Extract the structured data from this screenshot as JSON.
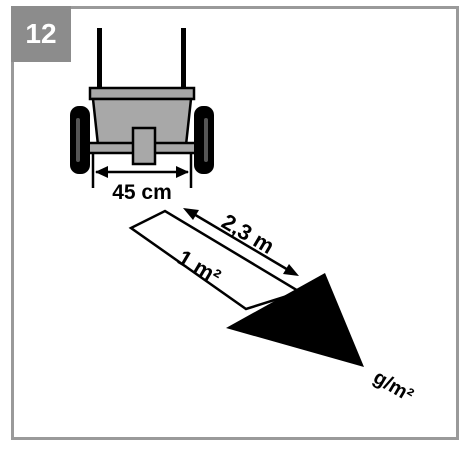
{
  "figure": {
    "step_number": "12",
    "labels": {
      "spread_width": "45 cm",
      "distance": "2,3 m",
      "area": "1 m²",
      "rate": "g/m²"
    },
    "colors": {
      "frame": "#9a9a9a",
      "badge": "#8c8c8c",
      "spreader_hopper": "#a8a8a8",
      "ink": "#000000"
    },
    "icons": [
      "spreader-icon",
      "double-arrow-icon",
      "spread-triangle-icon"
    ]
  }
}
